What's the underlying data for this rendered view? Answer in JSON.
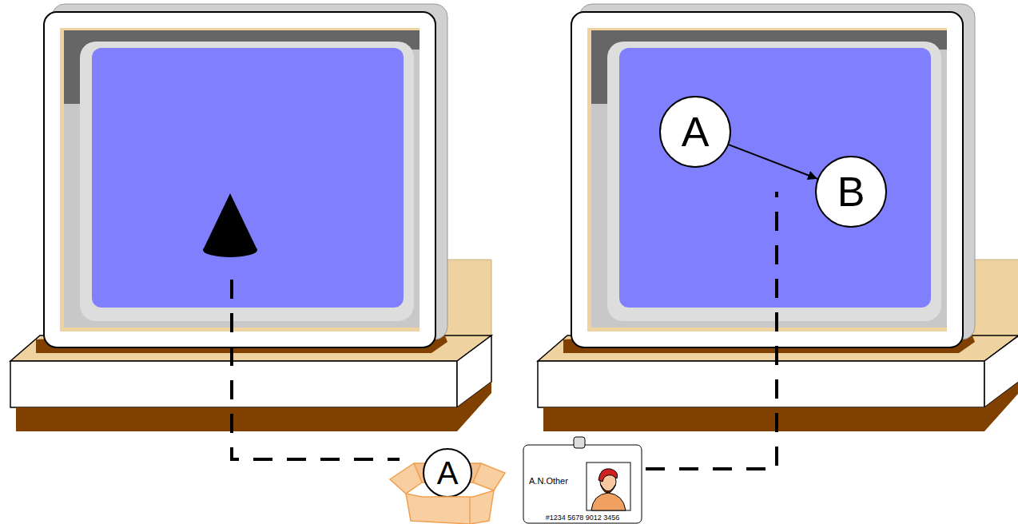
{
  "diagram": {
    "nodes": [
      {
        "text": [
          "A"
        ]
      },
      {
        "text": [
          "B"
        ]
      },
      {
        "text": [
          "A"
        ],
        "in": null
      },
      {
        "text": [
          "A.N.Other",
          "#1234 5678 9012 3456"
        ]
      }
    ],
    "edges": [
      {
        "from": 0,
        "to": 1,
        "arrow": "to"
      }
    ]
  }
}
